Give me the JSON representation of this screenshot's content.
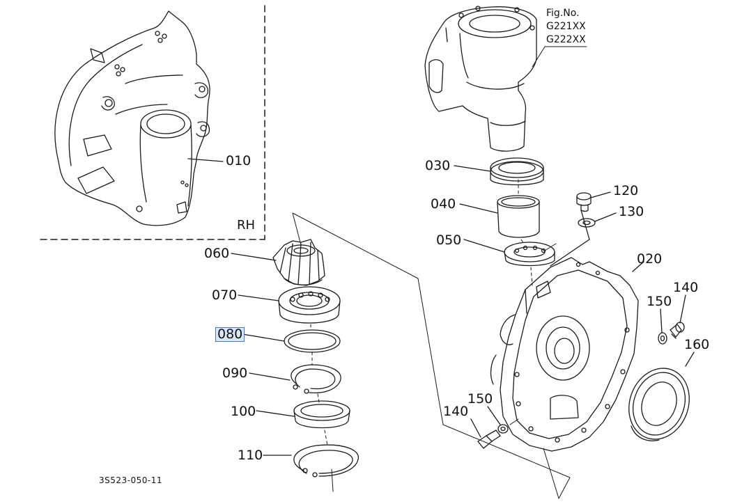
{
  "figure": {
    "title": "Fig.No.",
    "numbers": [
      "G221XX",
      "G222XX"
    ]
  },
  "variant_label": "RH",
  "drawing_code": "3S523-050-11",
  "selected_part": "080",
  "parts": [
    {
      "id": "010",
      "label": "010"
    },
    {
      "id": "020",
      "label": "020"
    },
    {
      "id": "030",
      "label": "030"
    },
    {
      "id": "040",
      "label": "040"
    },
    {
      "id": "050",
      "label": "050"
    },
    {
      "id": "060",
      "label": "060"
    },
    {
      "id": "070",
      "label": "070"
    },
    {
      "id": "080",
      "label": "080"
    },
    {
      "id": "090",
      "label": "090"
    },
    {
      "id": "100",
      "label": "100"
    },
    {
      "id": "110",
      "label": "110"
    },
    {
      "id": "120",
      "label": "120"
    },
    {
      "id": "130",
      "label": "130"
    },
    {
      "id": "140a",
      "label": "140"
    },
    {
      "id": "140b",
      "label": "140"
    },
    {
      "id": "150a",
      "label": "150"
    },
    {
      "id": "150b",
      "label": "150"
    },
    {
      "id": "160",
      "label": "160"
    }
  ]
}
